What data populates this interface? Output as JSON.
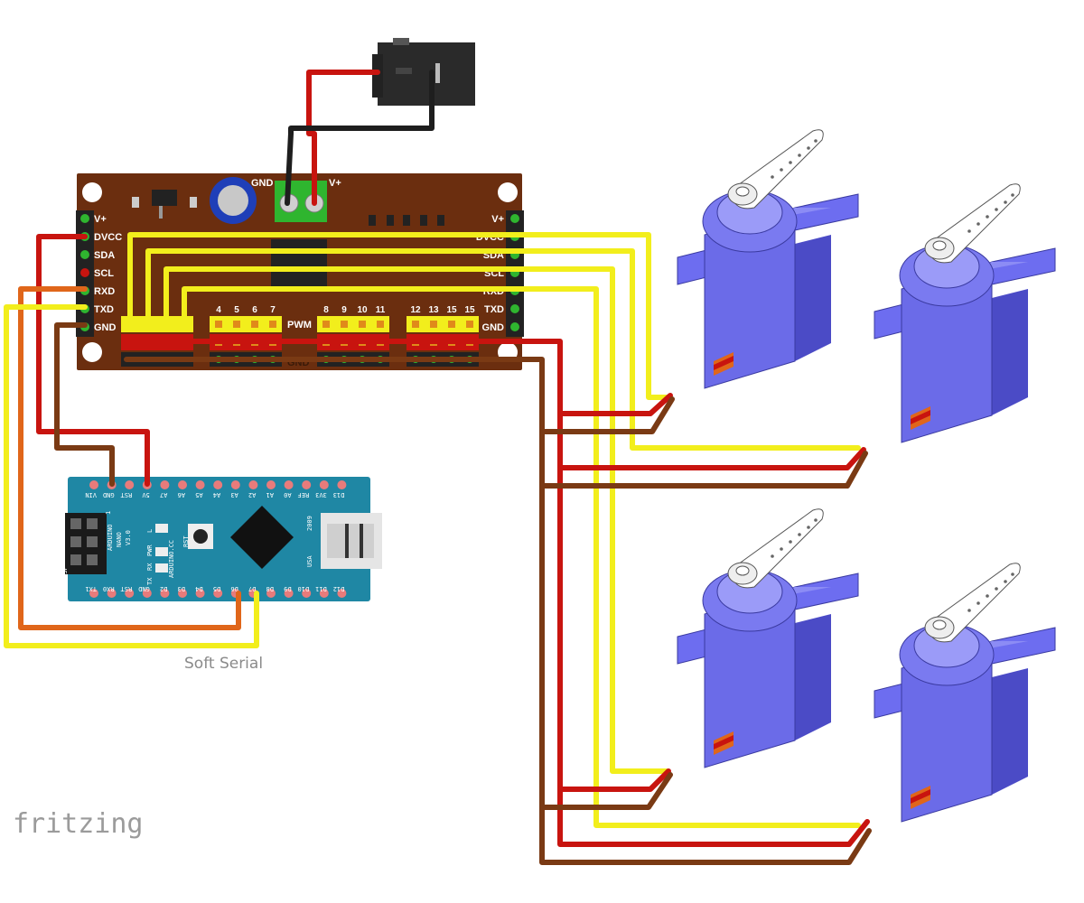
{
  "driver_board": {
    "left_pins": [
      "V+",
      "DVCC",
      "SDA",
      "SCL",
      "RXD",
      "TXD",
      "GND"
    ],
    "right_pins": [
      "V+",
      "DVCC",
      "SDA",
      "SCL",
      "RXD",
      "TXD",
      "GND"
    ],
    "terminal_gnd": "GND",
    "terminal_vplus": "V+",
    "pwm_label": "PWM",
    "pwm_numbers": [
      "4",
      "5",
      "6",
      "7",
      "8",
      "9",
      "10",
      "11",
      "12",
      "13",
      "15",
      "15"
    ],
    "bottom_hidden_label": "GND"
  },
  "nano": {
    "top_pins": [
      "VIN",
      "GND",
      "RST",
      "5V",
      "A7",
      "A6",
      "A5",
      "A4",
      "A3",
      "A2",
      "A1",
      "A0",
      "REF",
      "3V3",
      "D13"
    ],
    "bottom_pins": [
      "TX1",
      "RX0",
      "RST",
      "GND",
      "D2",
      "D3",
      "D4",
      "D5",
      "D6",
      "D7",
      "D8",
      "D9",
      "D10",
      "D11",
      "D12"
    ],
    "model": "ARDUINO",
    "model_line2": "NANO",
    "version": "V3.0",
    "year": "2009",
    "website": "ARDUINO.CC",
    "country": "USA",
    "led_l": "L",
    "led_pwr": "PWR",
    "led_rx": "RX",
    "led_tx": "TX",
    "rst": "RST",
    "icsp": "ICSP",
    "icsp_pin1": "1"
  },
  "caption": "Soft Serial",
  "brand": "fritzing",
  "colors": {
    "board_brown": "#6b2e0f",
    "wire_red": "#c8140f",
    "wire_yellow": "#f2ee1c",
    "wire_brown": "#7a3a14",
    "wire_orange": "#e0661a",
    "wire_black": "#1e1e1e",
    "servo_blue": "#6b6be8",
    "nano_teal": "#1f87a4"
  }
}
